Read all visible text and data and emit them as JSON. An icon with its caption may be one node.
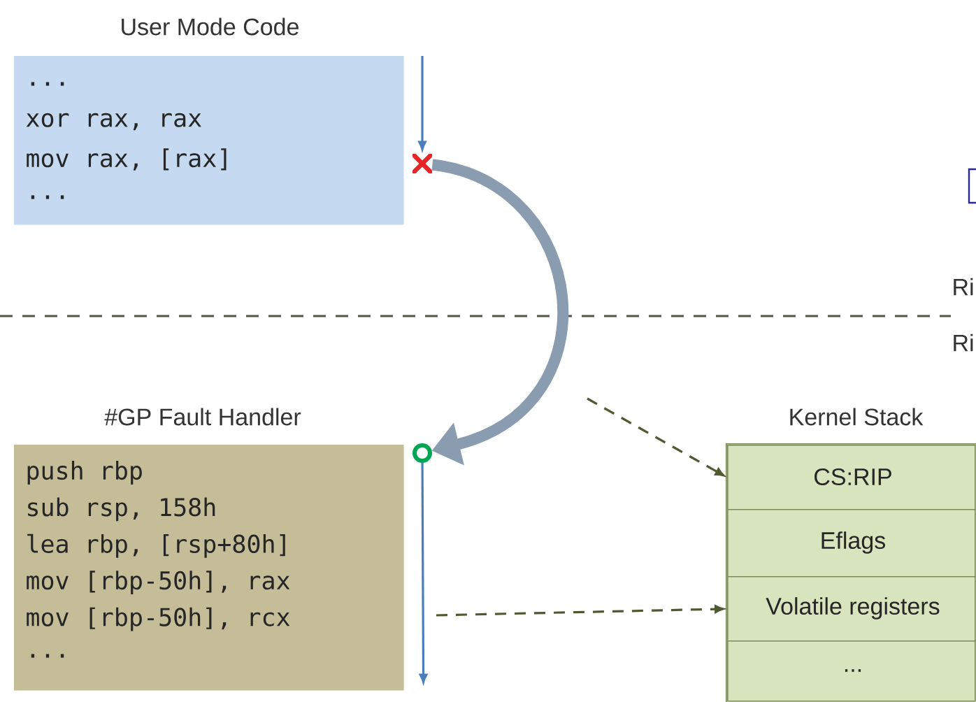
{
  "diagram": {
    "nodes": [
      {
        "text": [
          "User Mode Code",
          "...",
          "xor rax, rax",
          "mov rax, [rax]",
          "..."
        ]
      },
      {
        "text": [],
        "shape": "cross"
      },
      {
        "text": [],
        "shape": "circle"
      },
      {
        "text": [
          "#GP Fault Handler",
          "push rbp",
          "sub rsp, 158h",
          "lea rbp, [rsp+80h]",
          "mov [rbp-50h], rax",
          "mov [rbp-50h], rcx",
          "..."
        ]
      },
      {
        "text": [
          "Kernel Stack"
        ]
      },
      {
        "text": [
          "CS:RIP"
        ],
        "in": 4
      },
      {
        "text": [
          "Eflags"
        ],
        "in": 4
      },
      {
        "text": [
          "Volatile registers"
        ],
        "in": 4
      },
      {
        "text": [
          "..."
        ],
        "in": 4
      }
    ],
    "edges": [
      {
        "from": null,
        "to": 1,
        "arrow": "to",
        "color": "#4a7ebb"
      },
      {
        "from": 1,
        "to": 2,
        "arrow": "to",
        "style": "thick",
        "color": "#8a9cb0"
      },
      {
        "from": 2,
        "to": 3,
        "arrow": "to",
        "color": "#4a7ebb"
      },
      {
        "from": null,
        "to": 5,
        "arrow": "to",
        "style": "dashed",
        "color": "#4f5a32"
      },
      {
        "from": null,
        "to": 7,
        "arrow": "to",
        "style": "dashed",
        "color": "#4f5a32"
      }
    ],
    "labels": [
      "Ri",
      "Ri"
    ]
  }
}
